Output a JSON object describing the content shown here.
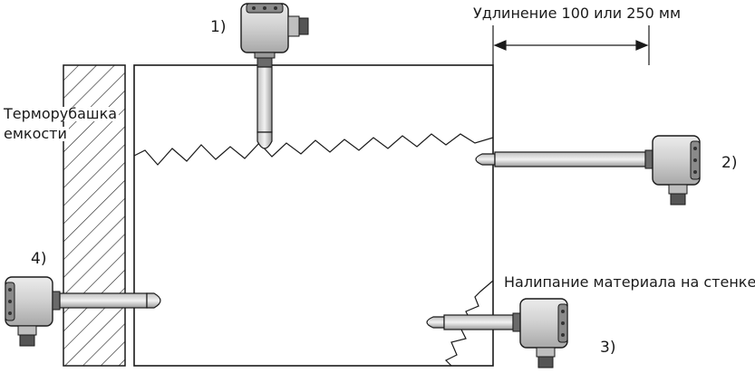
{
  "title": "",
  "labels": {
    "extension": "Удлинение 100 или 250 мм",
    "jacket_line1": "Терморубашка",
    "jacket_line2": "емкости",
    "buildup": "Налипание материала на стенке"
  },
  "positions": {
    "p1": "1)",
    "p2": "2)",
    "p3": "3)",
    "p4": "4)"
  },
  "colors": {
    "line": "#1a1a1a",
    "sensor_body": "#d9d9d9",
    "sensor_dark": "#2a2a2a",
    "background": "#ffffff"
  }
}
